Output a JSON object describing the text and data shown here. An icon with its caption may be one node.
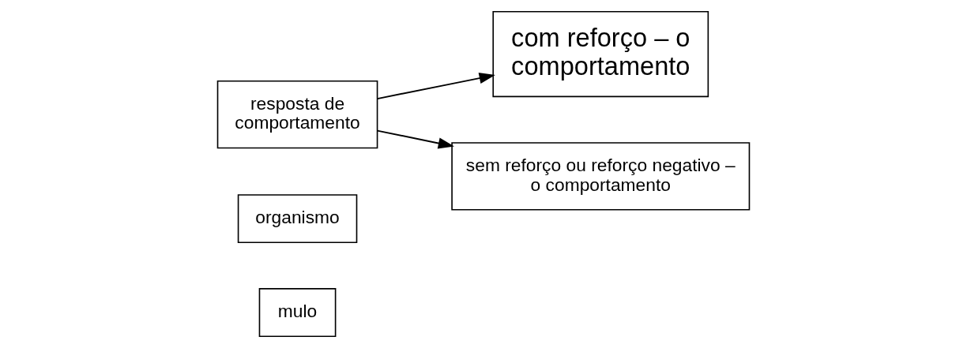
{
  "diagram": {
    "nodes": [
      {
        "text": [
          "mulo"
        ]
      },
      {
        "text": [
          "organismo"
        ]
      },
      {
        "text": [
          "resposta de comportamento"
        ]
      },
      {
        "text": [
          "com reforço – o comportamento"
        ]
      },
      {
        "text": [
          "sem reforço ou reforço negativo – o comportamento"
        ]
      }
    ],
    "edges": [
      {
        "from": 2,
        "to": 3,
        "arrow": "to"
      },
      {
        "from": 2,
        "to": 4,
        "arrow": "to"
      }
    ]
  }
}
